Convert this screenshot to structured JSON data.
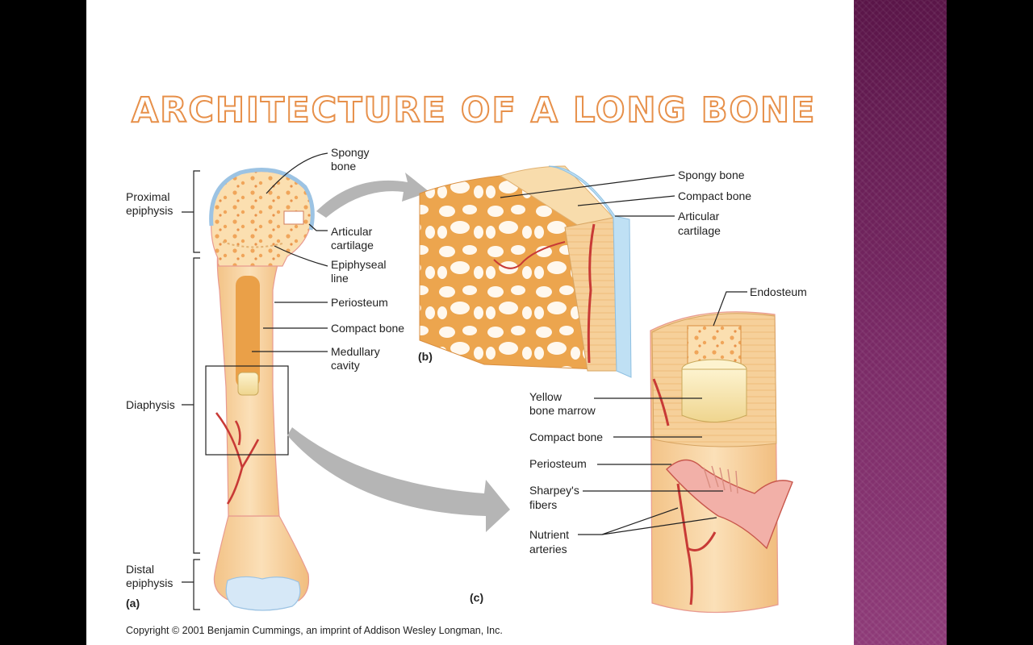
{
  "title": "ARCHITECTURE OF A LONG BONE",
  "labels": {
    "a_spongy_1": "Spongy",
    "a_spongy_2": "bone",
    "a_articular_1": "Articular",
    "a_articular_2": "cartilage",
    "a_epiphyseal_1": "Epiphyseal",
    "a_epiphyseal_2": "line",
    "a_periosteum": "Periosteum",
    "a_compact": "Compact bone",
    "a_medullary_1": "Medullary",
    "a_medullary_2": "cavity",
    "proximal_1": "Proximal",
    "proximal_2": "epiphysis",
    "diaphysis": "Diaphysis",
    "distal_1": "Distal",
    "distal_2": "epiphysis",
    "part_a": "(a)",
    "part_b": "(b)",
    "part_c": "(c)",
    "b_spongy": "Spongy bone",
    "b_compact": "Compact bone",
    "b_articular_1": "Articular",
    "b_articular_2": "cartilage",
    "c_endosteum": "Endosteum",
    "c_yellow_1": "Yellow",
    "c_yellow_2": "bone marrow",
    "c_compact": "Compact bone",
    "c_periosteum": "Periosteum",
    "c_sharpey_1": "Sharpey's",
    "c_sharpey_2": "fibers",
    "c_nutrient_1": "Nutrient",
    "c_nutrient_2": "arteries"
  },
  "copyright": "Copyright © 2001 Benjamin Cummings, an imprint of Addison Wesley Longman, Inc.",
  "colors": {
    "bone": "#f6cf98",
    "bone_light": "#fbe3bb",
    "spongy": "#eea84e",
    "cartilage": "#cfe3f4",
    "artery": "#c83a36",
    "arrow": "#b5b5b5",
    "title_stroke": "#e7904a",
    "side_panel": "#6e2460"
  }
}
